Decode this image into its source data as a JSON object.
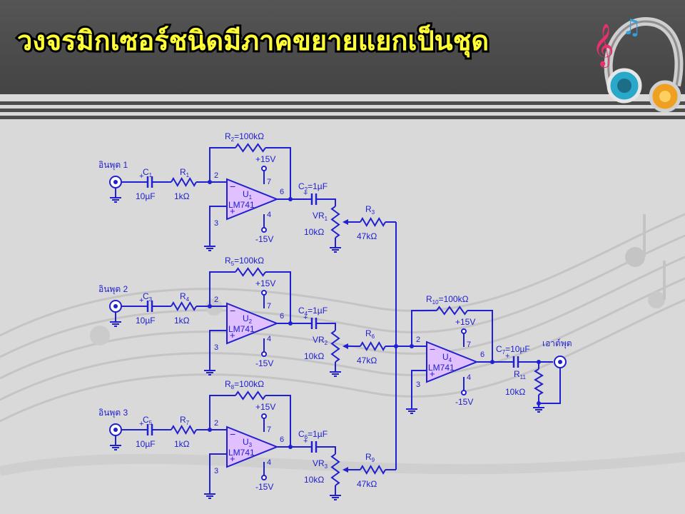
{
  "slide": {
    "title": "วงจรมิกเซอร์ชนิดมีภาคขยายแยกเป็นชุด",
    "header_icon": "music-headphones-icon",
    "colors": {
      "header_bg": "#4d4d4d",
      "body_bg": "#d9d9d9",
      "title_text": "#ffff33",
      "circuit": "#2020d0",
      "pin_tint": "#e0c0ff"
    }
  },
  "circuit": {
    "channels": [
      {
        "input_label": "อินพุต 1",
        "cap_name": "C",
        "cap_sub": "1",
        "cap_value": "10µF",
        "res_name": "R",
        "res_sub": "1",
        "res_value": "1kΩ",
        "fb_name": "R",
        "fb_sub": "2",
        "fb_value": "=100kΩ",
        "opamp_name": "U",
        "opamp_sub": "1",
        "opamp_model": "LM741",
        "out_cap_name": "C",
        "out_cap_sub": "2",
        "out_cap_value": "=1µF",
        "vr_name": "VR",
        "vr_sub": "1",
        "vr_value": "10kΩ",
        "mix_name": "R",
        "mix_sub": "3",
        "mix_value": "47kΩ"
      },
      {
        "input_label": "อินพุต 2",
        "cap_name": "C",
        "cap_sub": "3",
        "cap_value": "10µF",
        "res_name": "R",
        "res_sub": "4",
        "res_value": "1kΩ",
        "fb_name": "R",
        "fb_sub": "5",
        "fb_value": "=100kΩ",
        "opamp_name": "U",
        "opamp_sub": "2",
        "opamp_model": "LM741",
        "out_cap_name": "C",
        "out_cap_sub": "4",
        "out_cap_value": "=1µF",
        "vr_name": "VR",
        "vr_sub": "2",
        "vr_value": "10kΩ",
        "mix_name": "R",
        "mix_sub": "6",
        "mix_value": "47kΩ"
      },
      {
        "input_label": "อินพุต 3",
        "cap_name": "C",
        "cap_sub": "5",
        "cap_value": "10µF",
        "res_name": "R",
        "res_sub": "7",
        "res_value": "1kΩ",
        "fb_name": "R",
        "fb_sub": "8",
        "fb_value": "=100kΩ",
        "opamp_name": "U",
        "opamp_sub": "3",
        "opamp_model": "LM741",
        "out_cap_name": "C",
        "out_cap_sub": "6",
        "out_cap_value": "=1µF",
        "vr_name": "VR",
        "vr_sub": "3",
        "vr_value": "10kΩ",
        "mix_name": "R",
        "mix_sub": "9",
        "mix_value": "47kΩ"
      }
    ],
    "mixer": {
      "fb_name": "R",
      "fb_sub": "10",
      "fb_value": "=100kΩ",
      "opamp_name": "U",
      "opamp_sub": "4",
      "opamp_model": "LM741",
      "out_cap_name": "C",
      "out_cap_sub": "7",
      "out_cap_value": "=10µF",
      "load_name": "R",
      "load_sub": "11",
      "load_value": "10kΩ",
      "output_label": "เอาต์พุต"
    },
    "opamp_pins": {
      "inverting": "2",
      "non_inverting": "3",
      "output": "6",
      "vplus": "7",
      "vminus": "4"
    },
    "supply": {
      "positive": "+15V",
      "negative": "-15V"
    },
    "symbols": {
      "minus": "−",
      "plus": "+"
    }
  }
}
